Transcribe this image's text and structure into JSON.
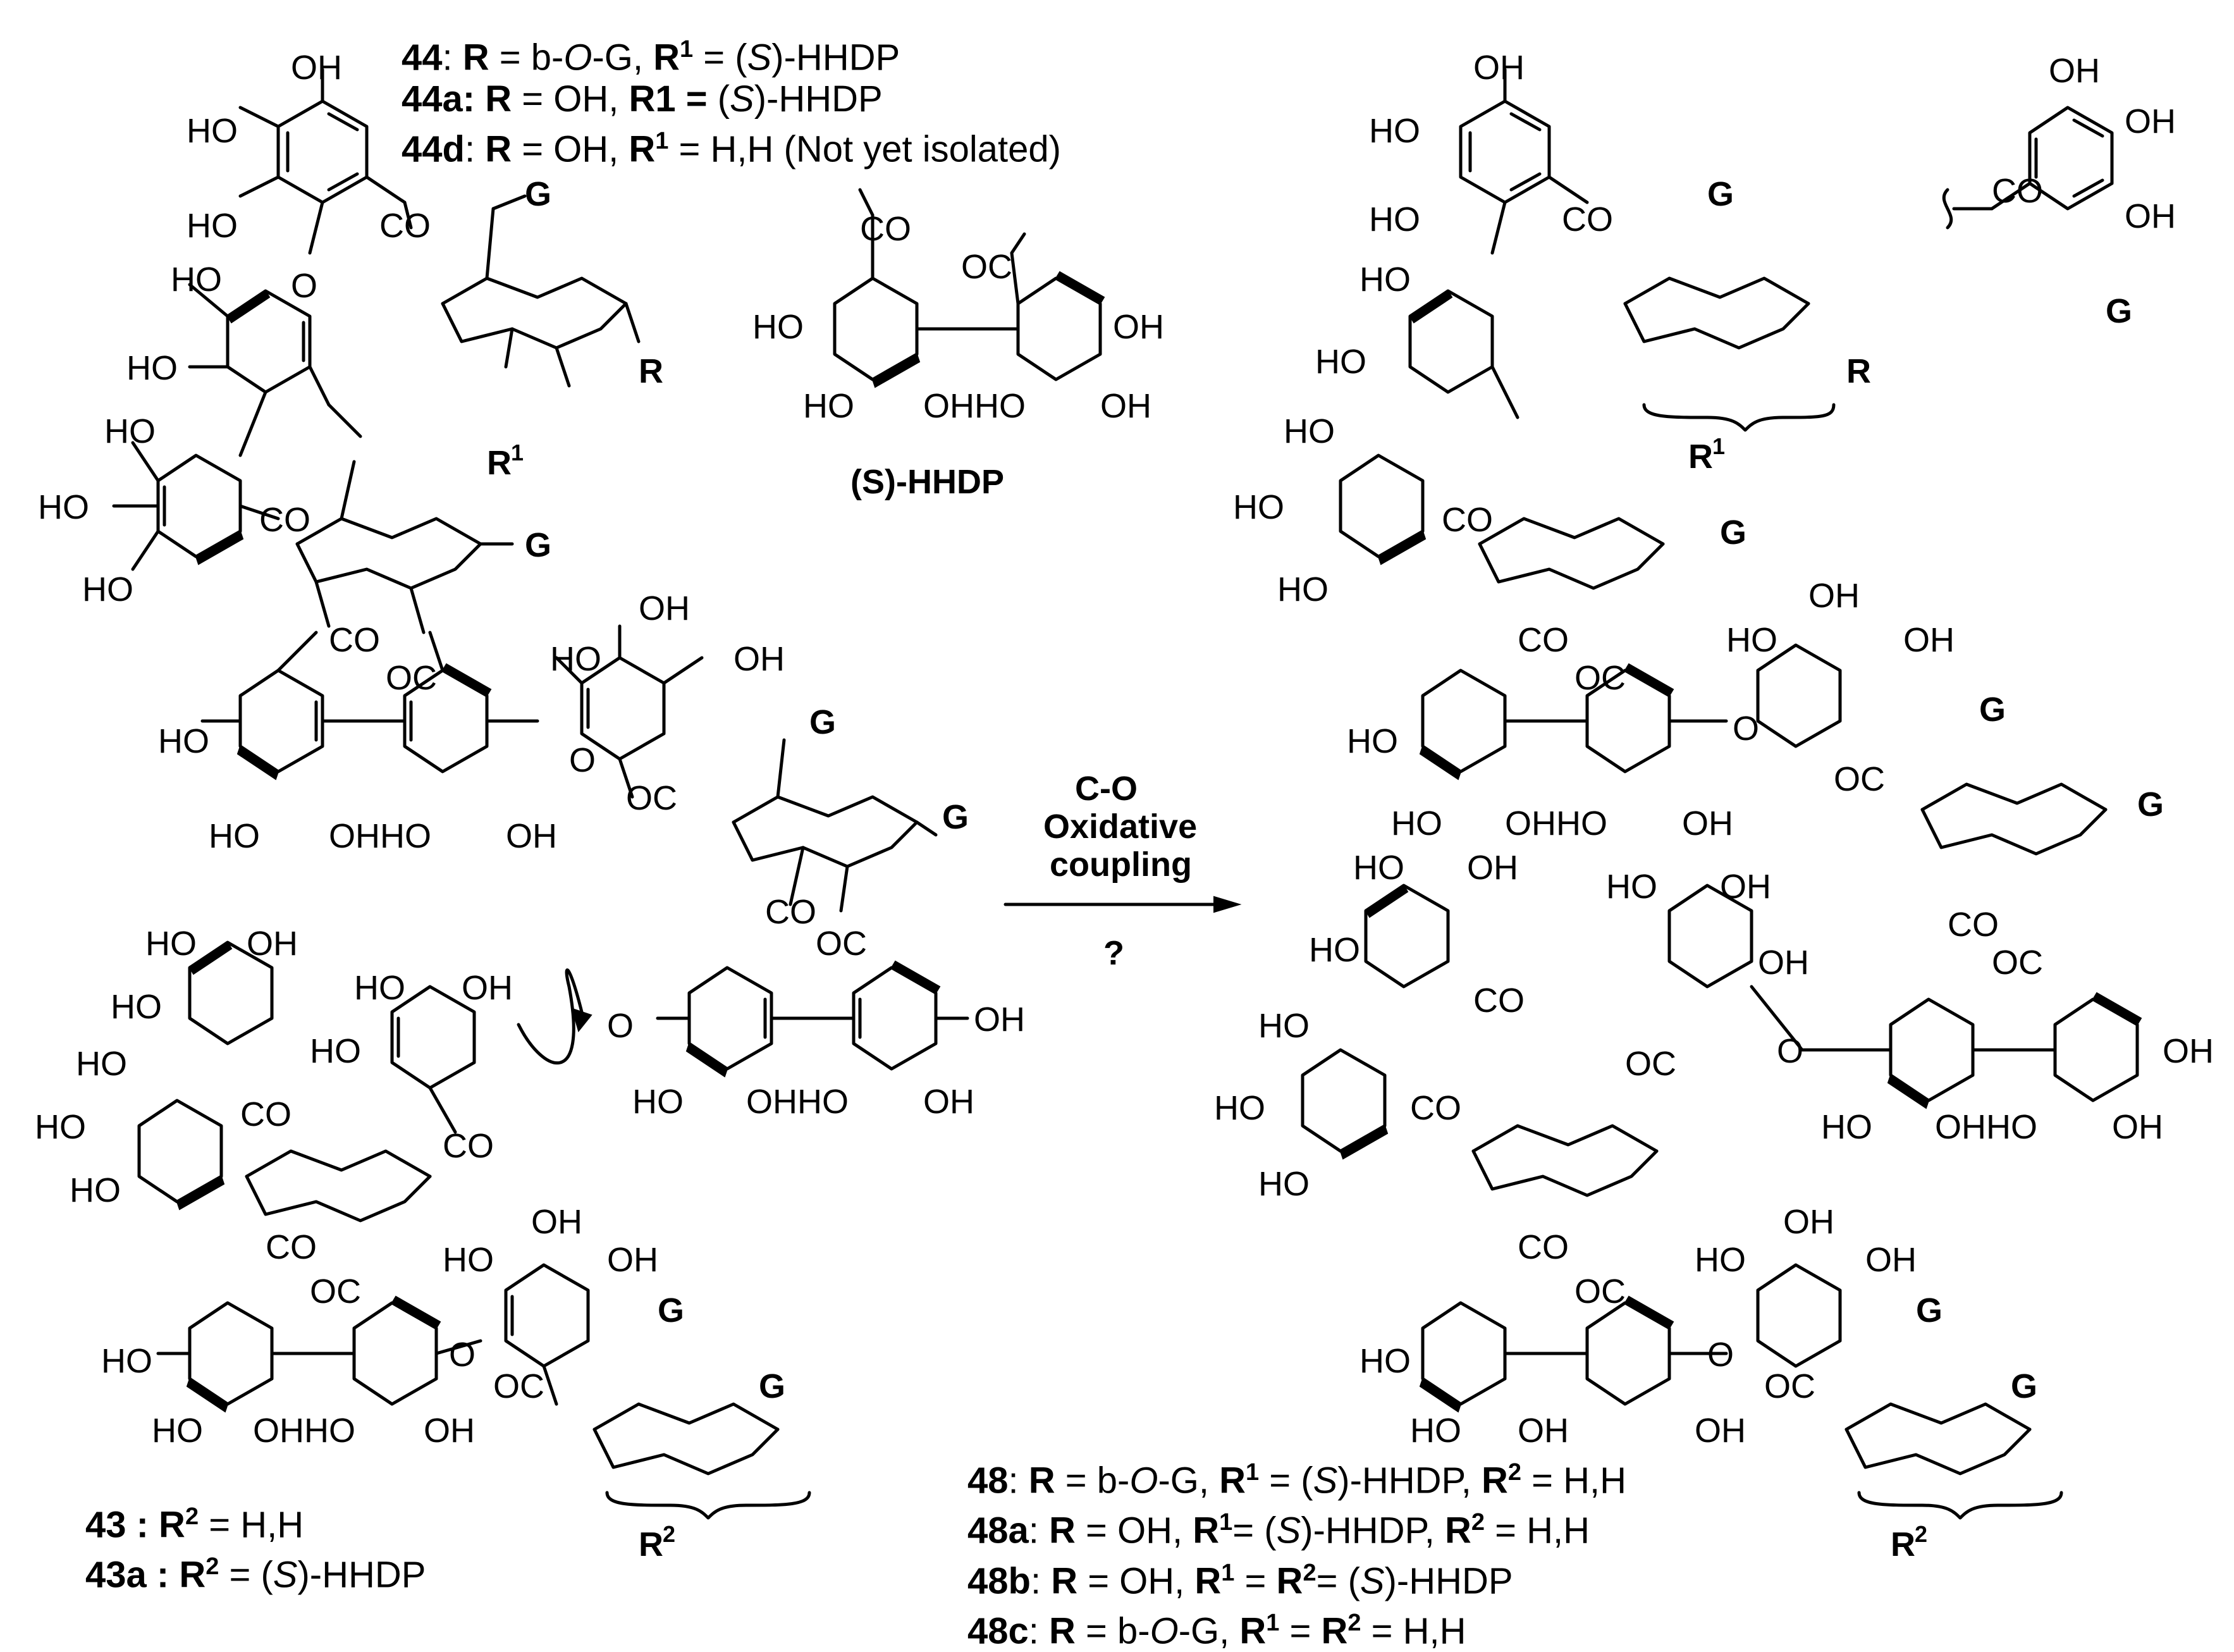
{
  "legends": {
    "top": [
      {
        "id": "44",
        "parts": [
          {
            "t": "44",
            "b": true
          },
          {
            "t": ": "
          },
          {
            "t": "R",
            "b": true
          },
          {
            "t": " = b-"
          },
          {
            "t": "O",
            "i": true
          },
          {
            "t": "-G, "
          },
          {
            "t": "R",
            "b": true
          },
          {
            "t": "1",
            "sup": true
          },
          {
            "t": " =  ("
          },
          {
            "t": "S",
            "i": true
          },
          {
            "t": ")-HHDP"
          }
        ]
      },
      {
        "id": "44a",
        "parts": [
          {
            "t": "44a:",
            "b": true
          },
          {
            "t": " "
          },
          {
            "t": "R",
            "b": true
          },
          {
            "t": " = OH, "
          },
          {
            "t": "R1 =",
            "b": true
          },
          {
            "t": " ("
          },
          {
            "t": "S",
            "i": true
          },
          {
            "t": ")-HHDP"
          }
        ]
      },
      {
        "id": "44d",
        "parts": [
          {
            "t": "44d",
            "b": true
          },
          {
            "t": ": "
          },
          {
            "t": "R",
            "b": true
          },
          {
            "t": " = OH, "
          },
          {
            "t": "R",
            "b": true
          },
          {
            "t": "1",
            "sup": true
          },
          {
            "t": " = H,H (Not yet isolated)"
          }
        ]
      }
    ],
    "bottom_left": [
      {
        "id": "43",
        "parts": [
          {
            "t": "43 : R",
            "b": true
          },
          {
            "t": "2",
            "sup": true
          },
          {
            "t": " = H,H"
          }
        ]
      },
      {
        "id": "43a",
        "parts": [
          {
            "t": "43a : R",
            "b": true
          },
          {
            "t": "2",
            "sup": true
          },
          {
            "t": " = ("
          },
          {
            "t": "S",
            "i": true
          },
          {
            "t": ")-HHDP"
          }
        ]
      }
    ],
    "bottom_right": [
      {
        "id": "48",
        "parts": [
          {
            "t": "48",
            "b": true
          },
          {
            "t": ": "
          },
          {
            "t": "R",
            "b": true
          },
          {
            "t": " = b-"
          },
          {
            "t": "O",
            "i": true
          },
          {
            "t": "-G, "
          },
          {
            "t": "R",
            "b": true
          },
          {
            "t": "1",
            "sup": true
          },
          {
            "t": " =  ("
          },
          {
            "t": "S",
            "i": true
          },
          {
            "t": ")-HHDP, "
          },
          {
            "t": "R",
            "b": true
          },
          {
            "t": "2",
            "sup": true
          },
          {
            "t": " = H,H"
          }
        ]
      },
      {
        "id": "48a",
        "parts": [
          {
            "t": "48a",
            "b": true
          },
          {
            "t": ": "
          },
          {
            "t": "R",
            "b": true
          },
          {
            "t": " = OH, "
          },
          {
            "t": "R",
            "b": true
          },
          {
            "t": "1",
            "sup": true
          },
          {
            "t": "= ("
          },
          {
            "t": "S",
            "i": true
          },
          {
            "t": ")-HHDP, "
          },
          {
            "t": "R",
            "b": true
          },
          {
            "t": "2",
            "sup": true
          },
          {
            "t": " = H,H"
          }
        ]
      },
      {
        "id": "48b",
        "parts": [
          {
            "t": "48b",
            "b": true
          },
          {
            "t": ": "
          },
          {
            "t": "R",
            "b": true
          },
          {
            "t": " = OH, "
          },
          {
            "t": "R",
            "b": true
          },
          {
            "t": "1",
            "sup": true
          },
          {
            "t": " = "
          },
          {
            "t": "R",
            "b": true
          },
          {
            "t": "2",
            "sup": true
          },
          {
            "t": "= ("
          },
          {
            "t": "S",
            "i": true
          },
          {
            "t": ")-HHDP"
          }
        ]
      },
      {
        "id": "48c",
        "parts": [
          {
            "t": "48c",
            "b": true
          },
          {
            "t": ": "
          },
          {
            "t": "R",
            "b": true
          },
          {
            "t": " = b-"
          },
          {
            "t": "O",
            "i": true
          },
          {
            "t": "-G, "
          },
          {
            "t": "R",
            "b": true
          },
          {
            "t": "1",
            "sup": true
          },
          {
            "t": " = "
          },
          {
            "t": "R",
            "b": true
          },
          {
            "t": "2",
            "sup": true
          },
          {
            "t": " = H,H"
          }
        ]
      }
    ]
  },
  "hhdp_label": "(S)-HHDP",
  "galloyl_label": "G",
  "reaction": {
    "line1": "C-O",
    "line2": "Oxidative",
    "line3": "coupling",
    "below": "?"
  },
  "atom_labels": {
    "OH": "OH",
    "HO": "HO",
    "O": "O",
    "CO": "CO",
    "OC": "OC",
    "G": "G",
    "R": "R",
    "R1": "R",
    "sup1": "1",
    "sup2": "2",
    "OHHO": "OHHO",
    "OHH": "OH HO"
  }
}
